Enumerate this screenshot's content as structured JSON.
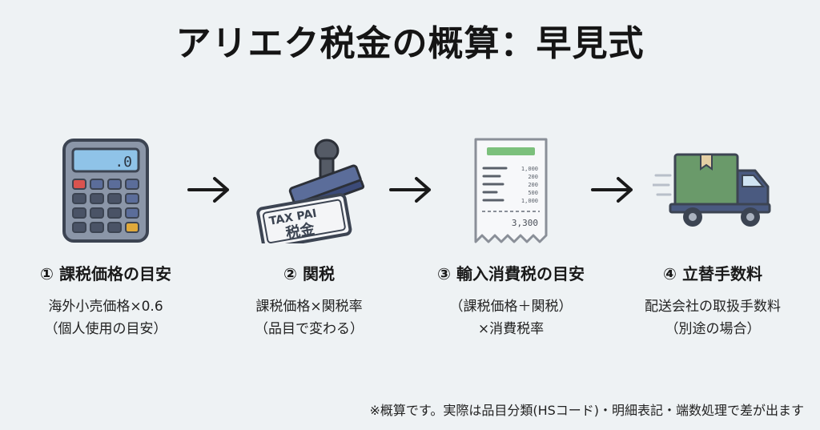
{
  "title": "アリエク税金の概算：早見式",
  "steps": [
    {
      "heading": "① 課税価格の目安",
      "desc_line1": "海外小売価格×0.6",
      "desc_line2": "（個人使用の目安）",
      "icon": "calculator-icon",
      "display": ".0"
    },
    {
      "heading": "② 関税",
      "desc_line1": "課税価格×関税率",
      "desc_line2": "（品目で変わる）",
      "icon": "tax-paid-stamp-icon",
      "stamp_text_top": "TAX PAI",
      "stamp_text_bottom": "税金"
    },
    {
      "heading": "③ 輸入消費税の目安",
      "desc_line1": "（課税価格＋関税）",
      "desc_line2": "×消費税率",
      "icon": "receipt-icon",
      "receipt_values": [
        "1,000",
        "200",
        "200",
        "500",
        "1,000"
      ],
      "receipt_total": "3,300"
    },
    {
      "heading": "④ 立替手数料",
      "desc_line1": "配送会社の取扱手数料",
      "desc_line2": "（別途の場合）",
      "icon": "delivery-truck-icon"
    }
  ],
  "arrow_icon": "right-arrow-icon",
  "footnote": "※概算です。実際は品目分類(HSコード)・明細表記・端数処理で差が出ます",
  "colors": {
    "background": "#eef2f4",
    "accent_blue": "#4a5a80",
    "truck_box": "#6a9a6a",
    "receipt_bar": "#7cc07c",
    "calc_red": "#d9534f",
    "calc_display": "#8fc3e8"
  }
}
